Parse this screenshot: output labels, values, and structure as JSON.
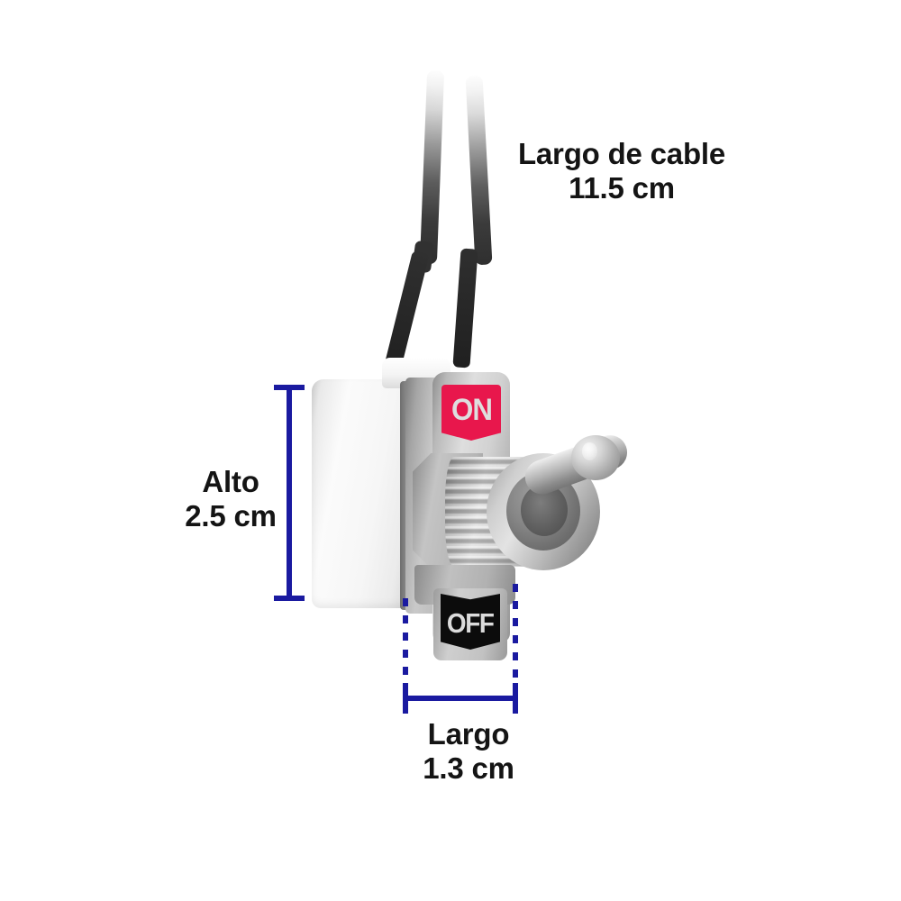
{
  "image": {
    "subject": "toggle-switch",
    "background_color": "#ffffff"
  },
  "annotations": {
    "cable": {
      "label": "Largo de cable",
      "value": "11.5 cm"
    },
    "height": {
      "label": "Alto",
      "value": "2.5 cm"
    },
    "length": {
      "label": "Largo",
      "value": "1.3 cm"
    },
    "text_color": "#141414",
    "dimension_line_color": "#1a1aa0"
  },
  "product": {
    "on_label": "ON",
    "off_label": "OFF",
    "on_label_color": "#e8174c",
    "off_label_color": "#0c0c0c",
    "on_text_color": "#dedede",
    "off_text_color": "#dcdcdc",
    "body_color": "#f6f6f6",
    "metal_color": "#c4c4c4",
    "cable_color": "#262626"
  }
}
